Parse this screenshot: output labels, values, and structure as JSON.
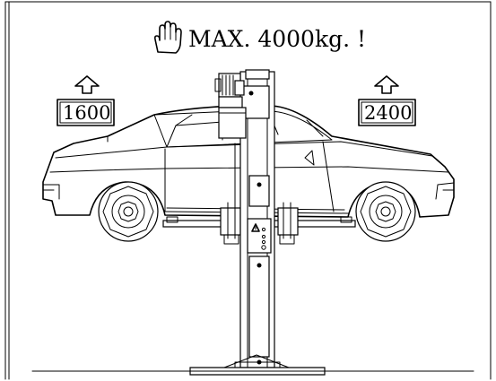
{
  "warning": {
    "text": "MAX. 4000kg. !",
    "icon": "hand-stop-icon"
  },
  "weights": {
    "front": "1600",
    "rear": "2400"
  },
  "colors": {
    "line": "#000000",
    "background": "#ffffff"
  }
}
